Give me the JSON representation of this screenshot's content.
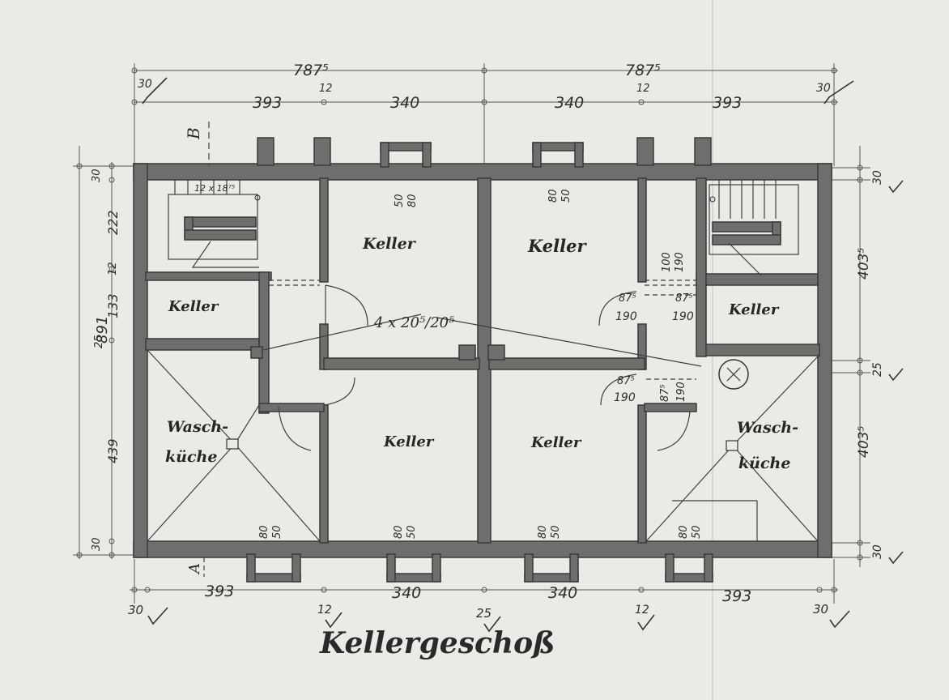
{
  "plan": {
    "title": "Kellergeschoß",
    "rooms": [
      {
        "label": "Keller"
      },
      {
        "label": "Keller"
      },
      {
        "label": "Keller"
      },
      {
        "label": "Keller"
      },
      {
        "label": "Keller"
      },
      {
        "label": "Keller"
      },
      {
        "label_line1": "Wasch-",
        "label_line2": "küche"
      },
      {
        "label_line1": "Wasch-",
        "label_line2": "küche"
      }
    ],
    "dimensions": {
      "top_total_left": "787⁵",
      "top_total_right": "787⁵",
      "top_row": [
        "30",
        "393",
        "12",
        "340",
        "340",
        "12",
        "393",
        "30"
      ],
      "bottom_row": [
        "393",
        "340",
        "340",
        "393"
      ],
      "bottom_small": [
        "30",
        "12",
        "25",
        "12",
        "30"
      ],
      "left_total": "891",
      "left_row": [
        "30",
        "222",
        "12",
        "133",
        "25",
        "439",
        "30"
      ],
      "right_row": [
        "30",
        "403⁵",
        "25",
        "403⁵",
        "30"
      ],
      "stair_label": "12 x 18⁷⁵",
      "center_label": "4 x 20⁵/20⁵",
      "window_80": "80",
      "window_50": "50",
      "door_875": "87⁵",
      "door_190": "190",
      "door_100": "100",
      "marker_B": "B",
      "marker_A": "A"
    }
  }
}
